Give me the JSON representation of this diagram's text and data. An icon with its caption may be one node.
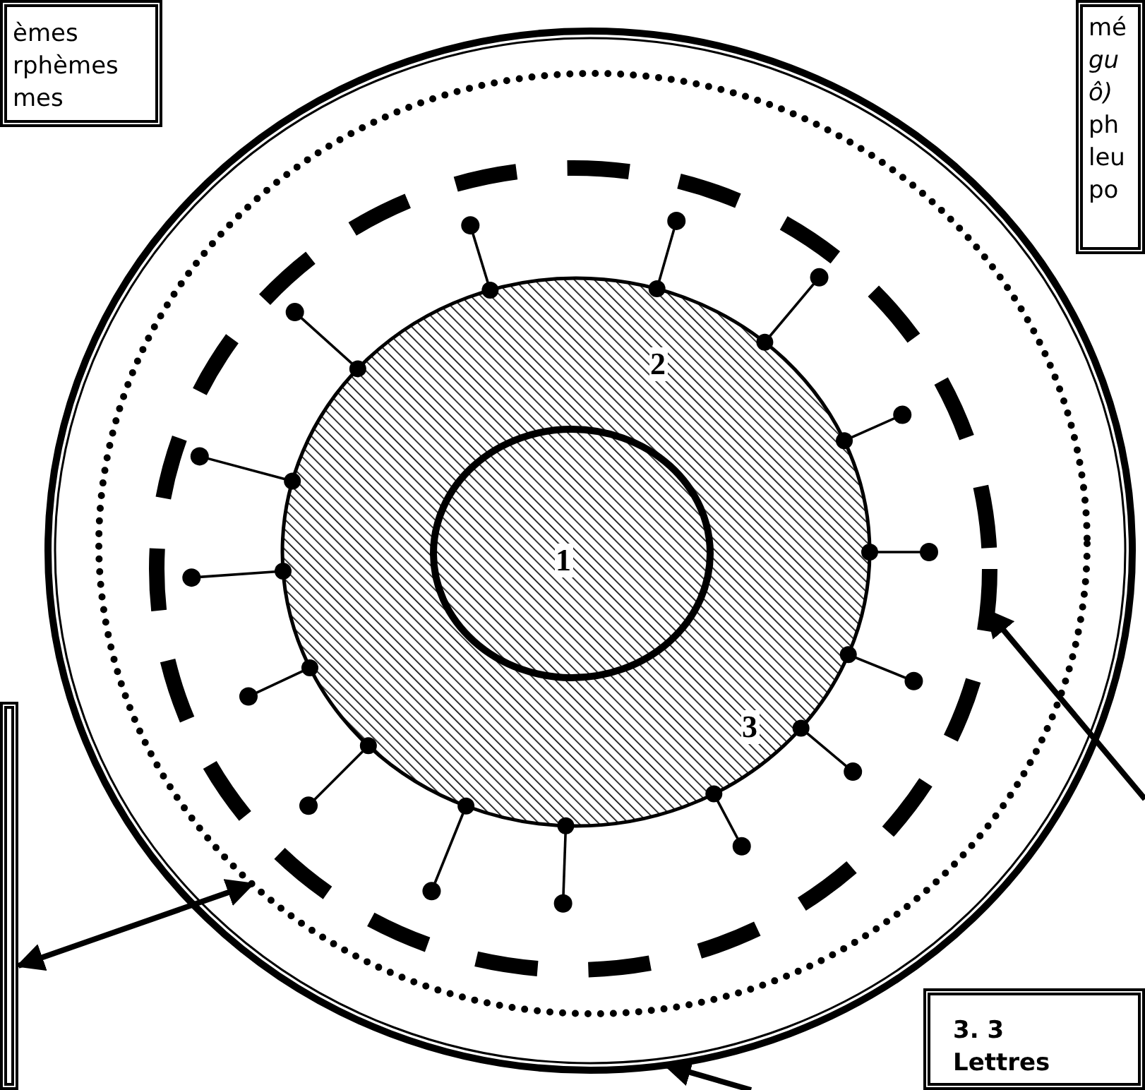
{
  "diagram": {
    "nodes": [
      {
        "text": [
          "èmes rphèmes mes"
        ]
      },
      {
        "text": [
          "mé *gu* *ô)* ph leu po"
        ]
      },
      {
        "text": [],
        "shape": "box"
      },
      {
        "text": [
          "3. 3 Lettres"
        ]
      },
      {
        "text": [],
        "shape": "circle"
      },
      {
        "text": [],
        "shape": "circle",
        "in": 4
      },
      {
        "text": [],
        "shape": "circle",
        "in": 5
      },
      {
        "text": [
          "2",
          "3"
        ],
        "in": 6
      },
      {
        "text": [
          "1"
        ],
        "in": 7
      }
    ],
    "edges": [
      {
        "from": 2,
        "to": 5,
        "arrow": "both"
      },
      {
        "from": null,
        "to": 4,
        "arrow": "to"
      },
      {
        "from": null,
        "to": 6,
        "arrow": "to"
      }
    ]
  }
}
